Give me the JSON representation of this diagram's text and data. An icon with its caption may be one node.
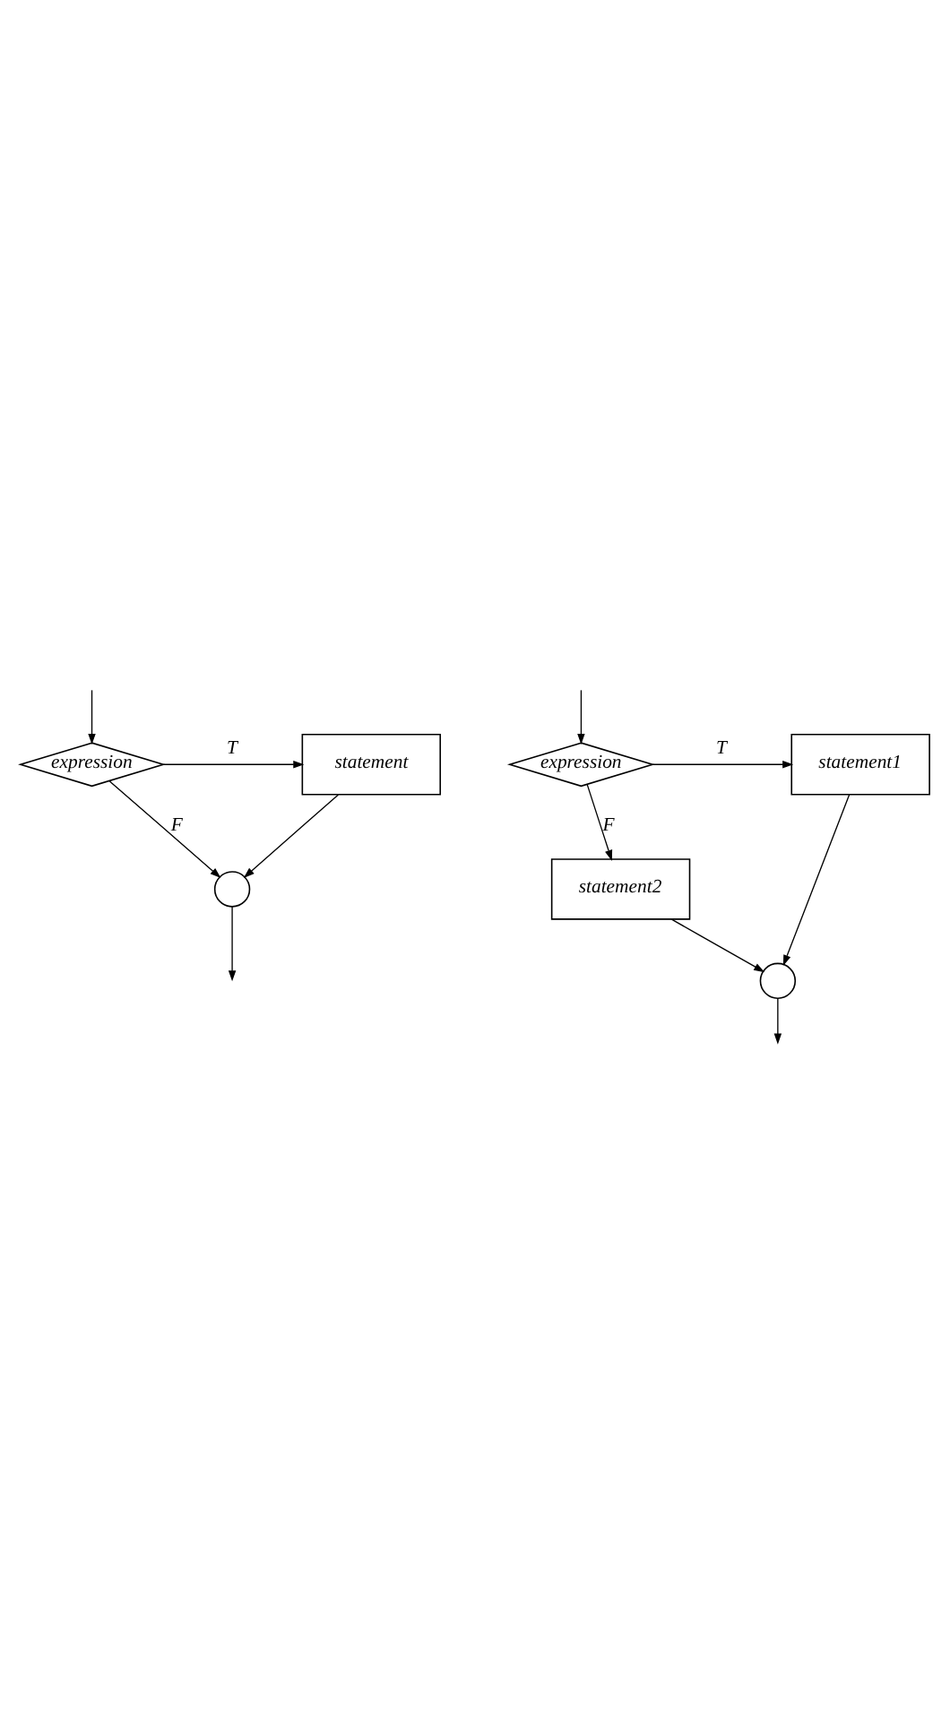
{
  "diagram": {
    "nodes": [
      {
        "text": [
          "expression"
        ]
      },
      {
        "text": [
          "statement"
        ]
      },
      {
        "text": [],
        "shape": "circle"
      },
      {
        "text": [
          "expression"
        ]
      },
      {
        "text": [
          "statement1"
        ]
      },
      {
        "text": [
          "statement2"
        ]
      },
      {
        "text": [],
        "shape": "circle"
      }
    ],
    "edges": [
      {
        "from": null,
        "to": 0,
        "arrow": "to"
      },
      {
        "from": 0,
        "to": 1,
        "arrow": "to",
        "label": "T"
      },
      {
        "from": 0,
        "to": 2,
        "arrow": "to",
        "label": "F"
      },
      {
        "from": 1,
        "to": 2,
        "arrow": "to"
      },
      {
        "from": 2,
        "to": null,
        "arrow": "to"
      },
      {
        "from": null,
        "to": 3,
        "arrow": "to"
      },
      {
        "from": 3,
        "to": 4,
        "arrow": "to",
        "label": "T"
      },
      {
        "from": 3,
        "to": 5,
        "arrow": "to",
        "label": "F"
      },
      {
        "from": 5,
        "to": 6,
        "arrow": "to"
      },
      {
        "from": 4,
        "to": 6,
        "arrow": "to"
      },
      {
        "from": 6,
        "to": null,
        "arrow": "to"
      }
    ]
  }
}
